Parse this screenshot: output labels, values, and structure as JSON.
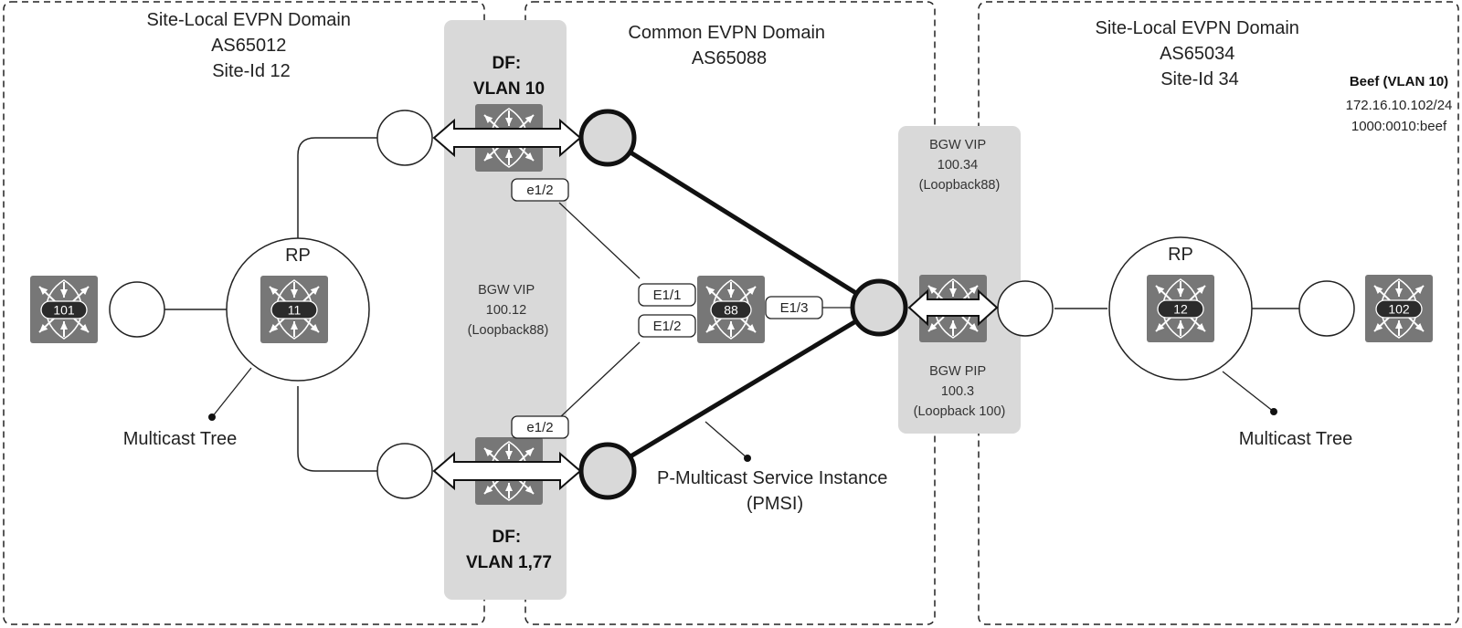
{
  "domains": {
    "left": {
      "lines": [
        "Site-Local EVPN Domain",
        "AS65012",
        "Site-Id 12"
      ]
    },
    "common": {
      "lines": [
        "Common EVPN Domain",
        "AS65088"
      ]
    },
    "right": {
      "lines": [
        "Site-Local EVPN Domain",
        "AS65034",
        "Site-Id 34"
      ]
    }
  },
  "bgw_left": {
    "df_top": [
      "DF:",
      "VLAN 10"
    ],
    "vip": [
      "BGW VIP",
      "100.12",
      "(Loopback88)"
    ],
    "df_bottom": [
      "DF:",
      "VLAN 1,77"
    ],
    "iface_top": "e1/2",
    "iface_bottom": "e1/2"
  },
  "spine": {
    "label": "88",
    "iface_e11": "E1/1",
    "iface_e12": "E1/2",
    "iface_e13": "E1/3"
  },
  "bgw_right": {
    "vip": [
      "BGW VIP",
      "100.34",
      "(Loopback88)"
    ],
    "pip": [
      "BGW PIP",
      "100.3",
      "(Loopback 100)"
    ]
  },
  "switches": {
    "leaf_left": "101",
    "rp_left": "11",
    "rp_right": "12",
    "leaf_right": "102"
  },
  "rp": {
    "left": "RP",
    "right": "RP"
  },
  "annotations": {
    "mcast_left": "Multicast Tree",
    "mcast_right": "Multicast Tree",
    "pmsi": [
      "P-Multicast Service Instance",
      "(PMSI)"
    ]
  },
  "host": {
    "name": "Beef (VLAN 10)",
    "ip": "172.16.10.102/24",
    "mac": "1000:0010:beef"
  },
  "colors": {
    "band": "#d9d9d9",
    "switch": "#777777",
    "node_fill": "#d9d9d9",
    "line": "#222222"
  }
}
